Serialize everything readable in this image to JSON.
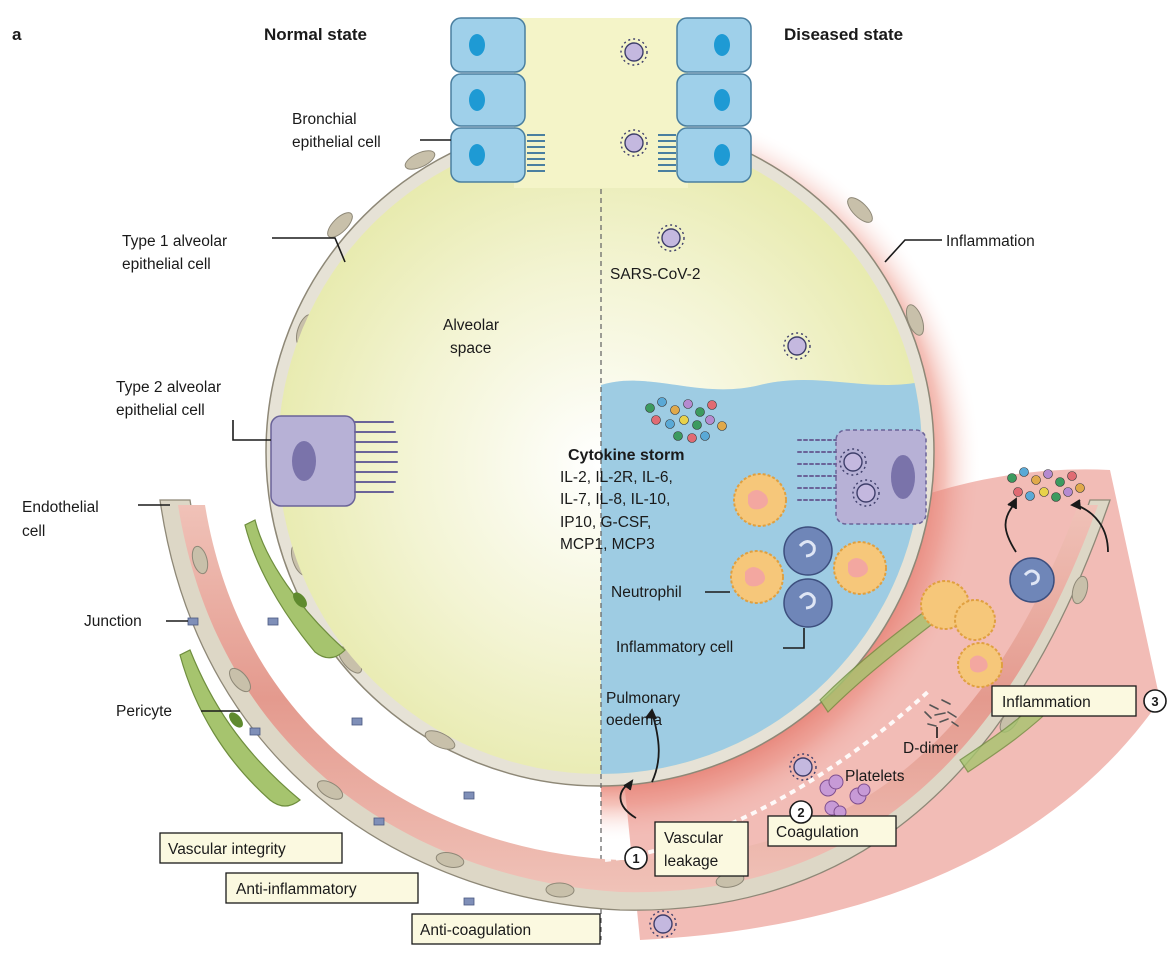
{
  "panel_letter": "a",
  "headers": {
    "normal": "Normal state",
    "diseased": "Diseased state"
  },
  "labels": {
    "bronchial": [
      "Bronchial",
      "epithelial cell"
    ],
    "type1": [
      "Type 1 alveolar",
      "epithelial cell"
    ],
    "alveolar_space": [
      "Alveolar",
      "space"
    ],
    "type2": [
      "Type 2 alveolar",
      "epithelial cell"
    ],
    "endothelial": [
      "Endothelial",
      "cell"
    ],
    "junction": "Junction",
    "pericyte": "Pericyte",
    "inflammation_top": "Inflammation",
    "virus": "SARS-CoV-2",
    "cytokine_title": "Cytokine storm",
    "cytokine_lines": [
      "IL-2, IL-2R, IL-6,",
      "IL-7, IL-8, IL-10,",
      "IP10, G-CSF,",
      "MCP1, MCP3"
    ],
    "neutrophil": "Neutrophil",
    "inflammatory_cell": "Inflammatory cell",
    "oedema": [
      "Pulmonary",
      "oedema"
    ],
    "d_dimer": "D-dimer",
    "platelets": "Platelets"
  },
  "boxes": {
    "vascular_integrity": "Vascular integrity",
    "anti_inflammatory": "Anti-inflammatory",
    "anti_coagulation": "Anti-coagulation",
    "vascular_leakage": [
      "Vascular",
      "leakage"
    ],
    "coagulation": "Coagulation",
    "inflammation_box": "Inflammation"
  },
  "step_numbers": [
    "1",
    "2",
    "3"
  ],
  "colors": {
    "alveolar_fill": "#eceeb4",
    "fluid": "#a9d2e6",
    "cell_wall": "#e6e2d6",
    "cell_nucleus": "#c8c0aa",
    "epithelial_blue": "#9fd0ea",
    "type2_purple": "#b7b1d6",
    "vessel_red": "#e9a9a0",
    "pericyte_green": "#a6c46e",
    "inflammation_red": "#dd5a4a",
    "neutrophil_orange": "#f6c77a",
    "inflammatory_blue": "#6f86b8"
  },
  "icons": [
    "virus-icon",
    "neutrophil-icon",
    "inflammatory-cell-icon",
    "platelet-icon",
    "cytokine-dot-icon",
    "d-dimer-icon"
  ]
}
